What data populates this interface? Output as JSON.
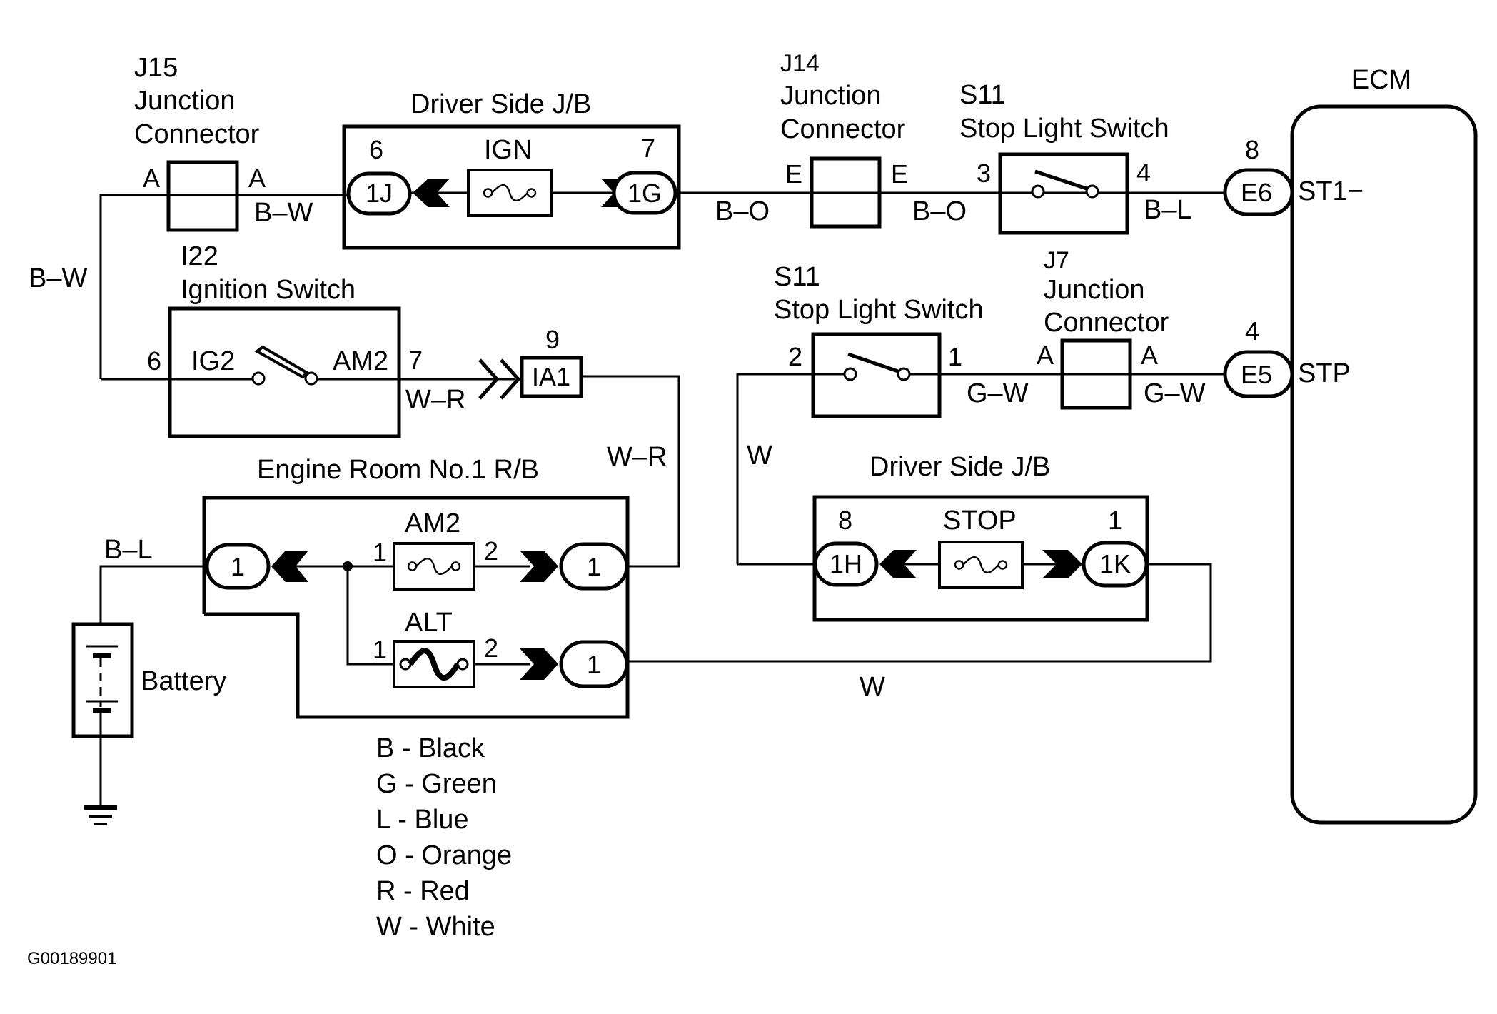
{
  "diagram": {
    "components": {
      "j15": {
        "id": "J15",
        "line1": "Junction",
        "line2": "Connector",
        "pin_left": "A",
        "pin_right": "A"
      },
      "dsjb_top": {
        "title": "Driver Side J/B",
        "fuse": "IGN",
        "pin_left_num": "6",
        "pin_right_num": "7",
        "conn_left": "1J",
        "conn_right": "1G"
      },
      "j14": {
        "id": "J14",
        "line1": "Junction",
        "line2": "Connector",
        "pin_left": "E",
        "pin_right": "E"
      },
      "s11_top": {
        "id": "S11",
        "name": "Stop Light Switch",
        "pin_left": "3",
        "pin_right": "4"
      },
      "ecm": {
        "title": "ECM",
        "pin_top_num": "8",
        "conn_top": "E6",
        "term_top": "ST1−",
        "pin_bot_num": "4",
        "conn_bot": "E5",
        "term_bot": "STP"
      },
      "i22": {
        "id": "I22",
        "name": "Ignition Switch",
        "pin_left": "6",
        "term_left": "IG2",
        "term_right": "AM2",
        "pin_right": "7"
      },
      "ia1": {
        "pin_num": "9",
        "label": "IA1"
      },
      "s11_bot": {
        "id": "S11",
        "name": "Stop Light Switch",
        "pin_left": "2",
        "pin_right": "1"
      },
      "j7": {
        "id": "J7",
        "line1": "Junction",
        "line2": "Connector",
        "pin_left": "A",
        "pin_right": "A"
      },
      "errb": {
        "title": "Engine Room No.1 R/B",
        "conn_in": "1",
        "fuse1": "AM2",
        "fuse1_pin_in": "1",
        "fuse1_pin_out": "2",
        "conn_out1": "1",
        "fuse2": "ALT",
        "fuse2_pin_in": "1",
        "fuse2_pin_out": "2",
        "conn_out2": "1"
      },
      "dsjb_bot": {
        "title": "Driver Side J/B",
        "fuse": "STOP",
        "pin_left_num": "8",
        "pin_right_num": "1",
        "conn_left": "1H",
        "conn_right": "1K"
      },
      "battery": {
        "label": "Battery"
      }
    },
    "wires": {
      "j15_left_vertical": "B–W",
      "j15_to_jb": "B–W",
      "jb_to_j14": "B–O",
      "j14_to_s11": "B–O",
      "s11_to_ecm": "B–L",
      "ign_to_ia1": "W–R",
      "ia1_to_errb": "W–R",
      "battery_feed": "B–L",
      "s11_to_j7": "G–W",
      "j7_to_ecm": "G–W",
      "stop_feed_vertical": "W",
      "alt_return": "W"
    },
    "legend": [
      "B - Black",
      "G - Green",
      "L - Blue",
      "O - Orange",
      "R - Red",
      "W - White"
    ],
    "figure_id": "G00189901"
  }
}
